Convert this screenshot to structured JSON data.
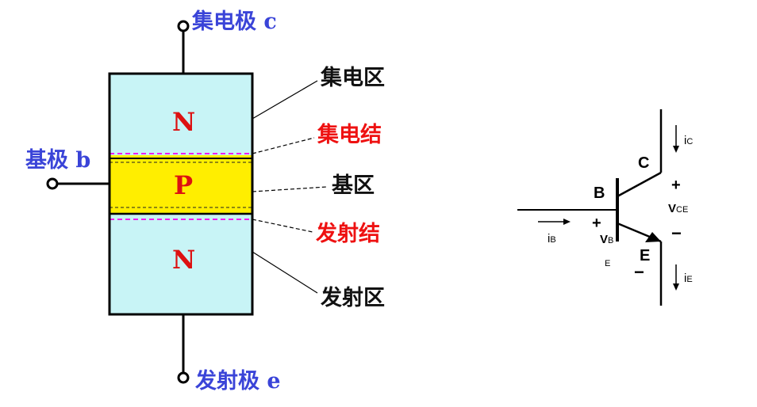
{
  "structure": {
    "terminals": {
      "collector": "集电极 c",
      "base": "基极 b",
      "emitter": "发射极 e"
    },
    "regions": {
      "top": "N",
      "middle": "P",
      "bottom": "N"
    },
    "callouts": {
      "collector_region": "集电区",
      "collector_junction": "集电结",
      "base_region": "基区",
      "emitter_junction": "发射结",
      "emitter_region": "发射区"
    }
  },
  "symbol": {
    "collector_letter": "C",
    "base_letter": "B",
    "emitter_letter": "E",
    "ic_main": "i",
    "ic_sub": "C",
    "ib_main": "i",
    "ib_sub": "B",
    "ie_main": "i",
    "ie_sub": "E",
    "vce_main": "V",
    "vce_sub": "CE",
    "vbe_main": "V",
    "vbe_sub": "B",
    "vbe_sub2": "E",
    "plus_ce": "+",
    "minus_ce": "−",
    "plus_be": "+",
    "minus_be": "−"
  },
  "colors": {
    "n_region": "#c8f4f6",
    "p_region": "#ffee00",
    "junction_dash": "#ee22ee",
    "label_blue": "#3a44d8",
    "label_red": "#ee1111"
  }
}
